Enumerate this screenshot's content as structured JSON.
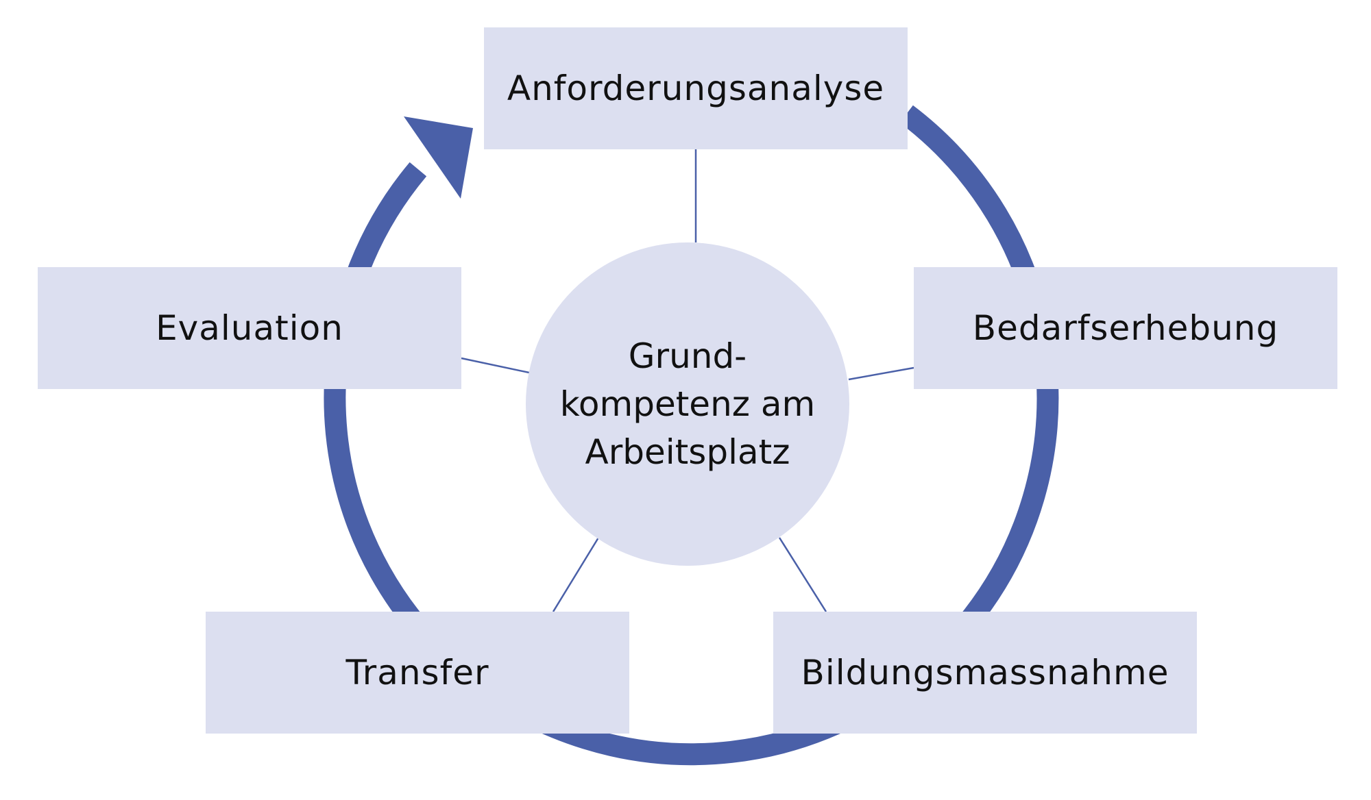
{
  "diagram": {
    "center": {
      "line1": "Grund-",
      "line2": "kompetenz am",
      "line3": "Arbeitsplatz"
    },
    "steps": [
      {
        "label": "Anforderungsanalyse"
      },
      {
        "label": "Bedarfserhebung"
      },
      {
        "label": "Bildungsmassnahme"
      },
      {
        "label": "Transfer"
      },
      {
        "label": "Evaluation"
      }
    ],
    "colors": {
      "ring": "#4a60a8",
      "box_fill": "#dcdff0",
      "connector": "#4a60a8",
      "text": "#111111"
    }
  }
}
